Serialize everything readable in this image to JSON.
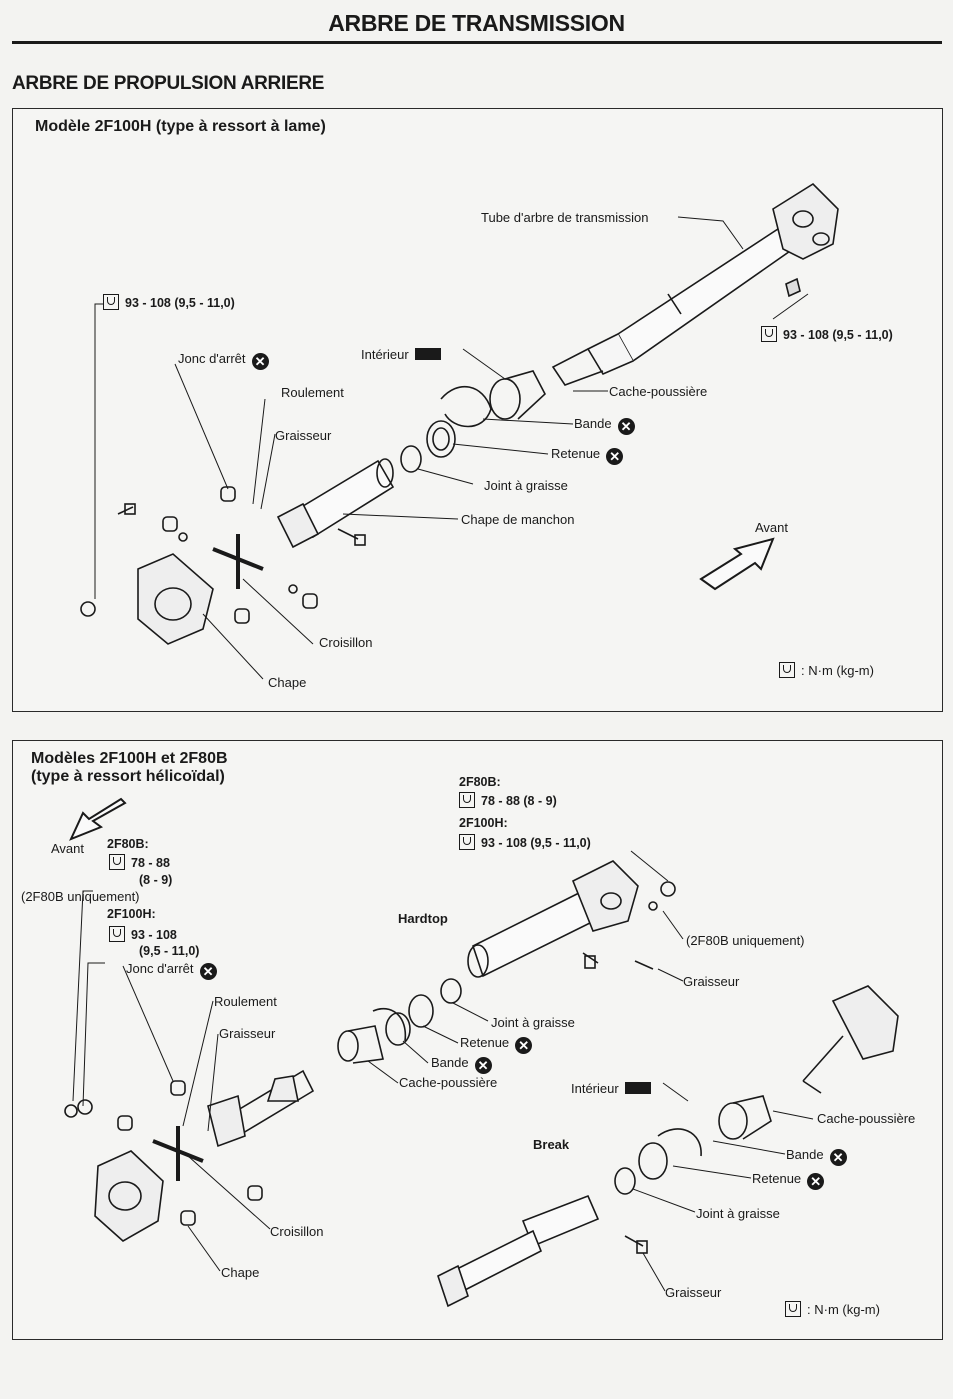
{
  "page_title": "ARBRE DE TRANSMISSION",
  "section_title": "ARBRE DE PROPULSION ARRIERE",
  "diagram1": {
    "title": "Modèle 2F100H (type à ressort à lame)",
    "torque_left": "93 - 108 (9,5 - 11,0)",
    "torque_right": "93 - 108 (9,5 - 11,0)",
    "labels": {
      "tube": "Tube d'arbre de transmission",
      "jonc": "Jonc d'arrêt",
      "interieur": "Intérieur",
      "roulement": "Roulement",
      "cache": "Cache-poussière",
      "graisseur": "Graisseur",
      "bande": "Bande",
      "retenue": "Retenue",
      "joint": "Joint à graisse",
      "chape_manchon": "Chape de manchon",
      "avant": "Avant",
      "croisillon": "Croisillon",
      "chape": "Chape"
    },
    "units": ": N·m (kg-m)"
  },
  "diagram2": {
    "title_line1": "Modèles 2F100H et 2F80B",
    "title_line2": "(type à ressort hélicoïdal)",
    "avant": "Avant",
    "left_spec": {
      "f80b_label": "2F80B:",
      "f80b_val1": "78 - 88",
      "f80b_val2": "(8 - 9)",
      "uniquement": "(2F80B uniquement)",
      "f100h_label": "2F100H:",
      "f100h_val1": "93 - 108",
      "f100h_val2": "(9,5 - 11,0)"
    },
    "top_spec": {
      "f80b_label": "2F80B:",
      "f80b_val": "78 - 88 (8 - 9)",
      "f100h_label": "2F100H:",
      "f100h_val": "93 - 108 (9,5 - 11,0)"
    },
    "labels": {
      "hardtop": "Hardtop",
      "uniquement_right": "(2F80B uniquement)",
      "graisseur_top": "Graisseur",
      "jonc": "Jonc d'arrêt",
      "roulement": "Roulement",
      "graisseur_left": "Graisseur",
      "joint_mid": "Joint à graisse",
      "retenue_mid": "Retenue",
      "bande_mid": "Bande",
      "cache_mid": "Cache-poussière",
      "interieur": "Intérieur",
      "cache_right": "Cache-poussière",
      "break": "Break",
      "bande_right": "Bande",
      "retenue_right": "Retenue",
      "joint_right": "Joint à graisse",
      "croisillon": "Croisillon",
      "chape": "Chape",
      "graisseur_bottom": "Graisseur"
    },
    "units": ": N·m (kg-m)"
  }
}
